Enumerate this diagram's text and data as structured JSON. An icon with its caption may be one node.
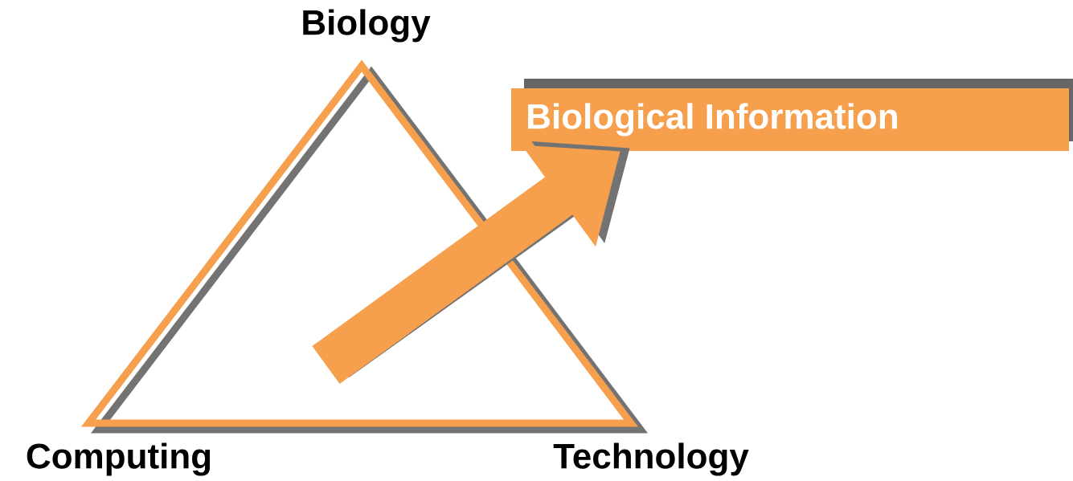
{
  "diagram": {
    "nodes": [
      {
        "text": [],
        "shape": "triangle",
        "beside": [
          "Biology",
          "Computing",
          "Technology"
        ]
      },
      {
        "text": [
          "Biological Information"
        ]
      }
    ],
    "edges": [
      {
        "from": 0,
        "to": 1,
        "arrow": "to"
      }
    ]
  }
}
